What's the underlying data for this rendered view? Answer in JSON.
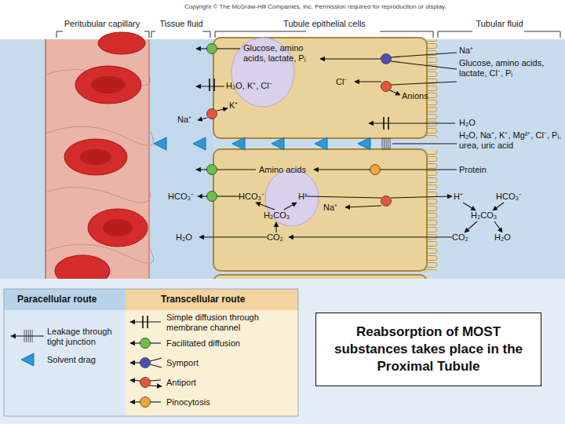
{
  "diagram": {
    "nodes": [
      {
        "text": [
          "Peritubular capillary"
        ]
      },
      {
        "text": [
          "Tissue fluid"
        ]
      },
      {
        "text": [
          "Tubule epithelial cells"
        ]
      },
      {
        "text": [
          "Tubular fluid"
        ]
      },
      {
        "text": [
          "Reabsorption of MOST substances takes place in the Proximal Tubule"
        ]
      }
    ],
    "labels": [
      "Copyright © The McGraw-Hill Companies, Inc. Permission required for reproduction or display.",
      "Glucose, amino acids, lactate, Pᵢ",
      "H₂O, K⁺, Cl⁻",
      "K⁺",
      "Na⁺",
      "Cl⁻",
      "Na⁺",
      "Glucose, amino acids, lactate, Cl⁻, Pᵢ",
      "Anions",
      "H₂O",
      "H₂O, Na⁺, K⁺, Mg²⁺, Cl⁻, Pᵢ, urea, uric acid",
      "Amino acids",
      "Protein",
      "HCO₃⁻",
      "HCO₃⁻",
      "H⁺",
      "H₂CO₃",
      "Na⁺",
      "H⁺",
      "HCO₃⁻",
      "H₂CO₃",
      "CO₂",
      "H₂O",
      "H₂O",
      "CO₂",
      "Paracellular route",
      "Transcellular route"
    ],
    "legend": [
      {
        "text": "Leakage through tight junction"
      },
      {
        "text": "Solvent drag"
      },
      {
        "text": "Simple diffusion through membrane channel"
      },
      {
        "text": "Facilitated diffusion"
      },
      {
        "text": "Symport"
      },
      {
        "text": "Antiport"
      },
      {
        "text": "Pinocytosis"
      }
    ]
  }
}
